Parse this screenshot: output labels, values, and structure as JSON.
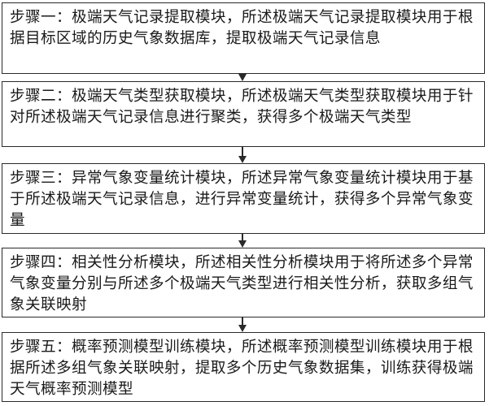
{
  "steps": [
    {
      "label": "步骤一：",
      "text": "极端天气记录提取模块，所述极端天气记录提取模块用于根据目标区域的历史气象数据库，提取极端天气记录信息"
    },
    {
      "label": "步骤二：",
      "text": "极端天气类型获取模块，所述极端天气类型获取模块用于针对所述极端天气记录信息进行聚类，获得多个极端天气类型"
    },
    {
      "label": "步骤三：",
      "text": "异常气象变量统计模块，所述异常气象变量统计模块用于基于所述极端天气记录信息，进行异常变量统计，获得多个异常气象变量"
    },
    {
      "label": "步骤四：",
      "text": "相关性分析模块，所述相关性分析模块用于将所述多个异常气象变量分别与所述多个极端天气类型进行相关性分析，获取多组气象关联映射"
    },
    {
      "label": "步骤五：",
      "text": "概率预测模型训练模块，所述概率预测模型训练模块用于根据所述多组气象关联映射，提取多个历史气象数据集，训练获得极端天气概率预测模型"
    }
  ],
  "colors": {
    "border": "#2a2a2a",
    "text": "#1a1a1a",
    "background": "#ffffff"
  }
}
